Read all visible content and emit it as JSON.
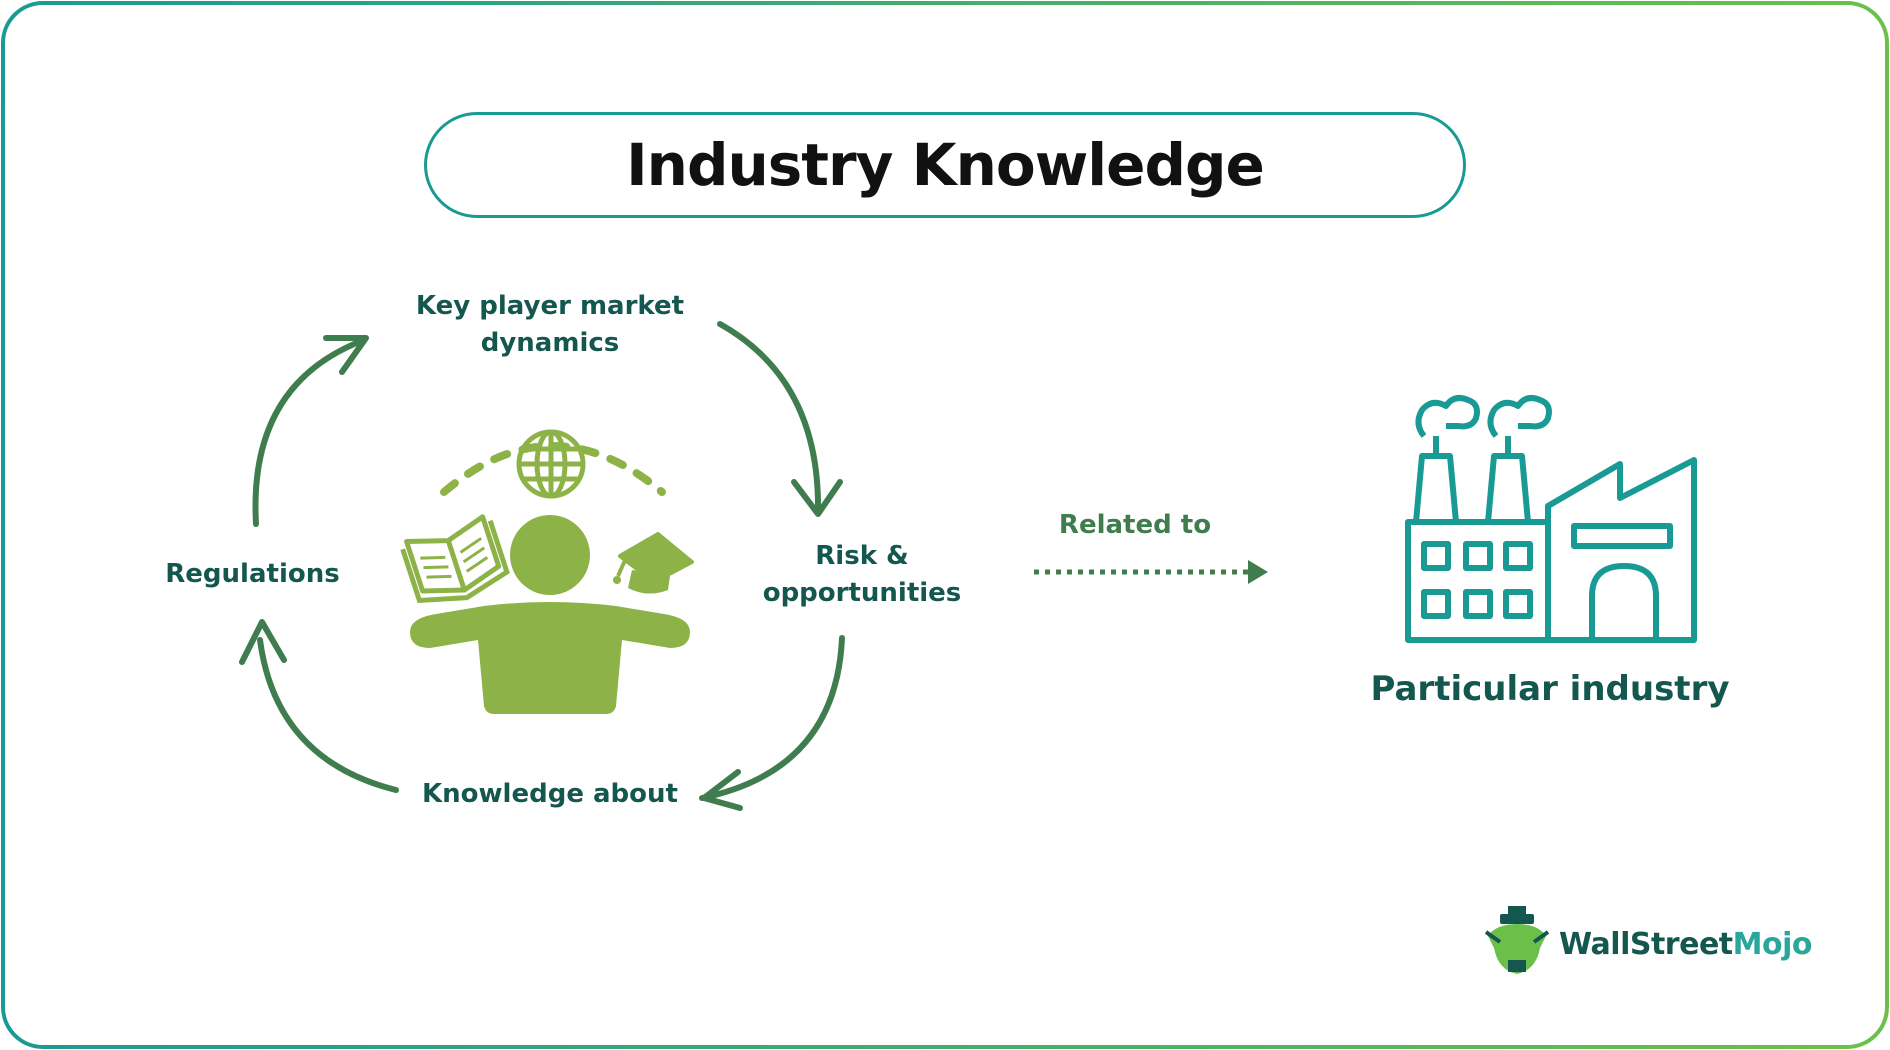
{
  "title": "Industry Knowledge",
  "cycle": {
    "top_label": "Key player market\ndynamics",
    "right_label": "Risk &\nopportunities",
    "bottom_label": "Knowledge about",
    "left_label": "Regulations"
  },
  "connector_label": "Related to",
  "industry_label": "Particular industry",
  "logo": {
    "part1": "WallStreet",
    "part2": "Mojo"
  },
  "icons": [
    "person-icon",
    "globe-icon",
    "book-icon",
    "graduation-cap-icon",
    "factory-icon",
    "cycle-arrow-icon",
    "dotted-arrow-icon"
  ],
  "colors": {
    "border_gradient_start": "#1a9a94",
    "border_gradient_end": "#6cc04a",
    "arrow_green": "#3f7d4e",
    "figure_green": "#8db348",
    "teal": "#1a9a94",
    "label_dark": "#14574f"
  }
}
